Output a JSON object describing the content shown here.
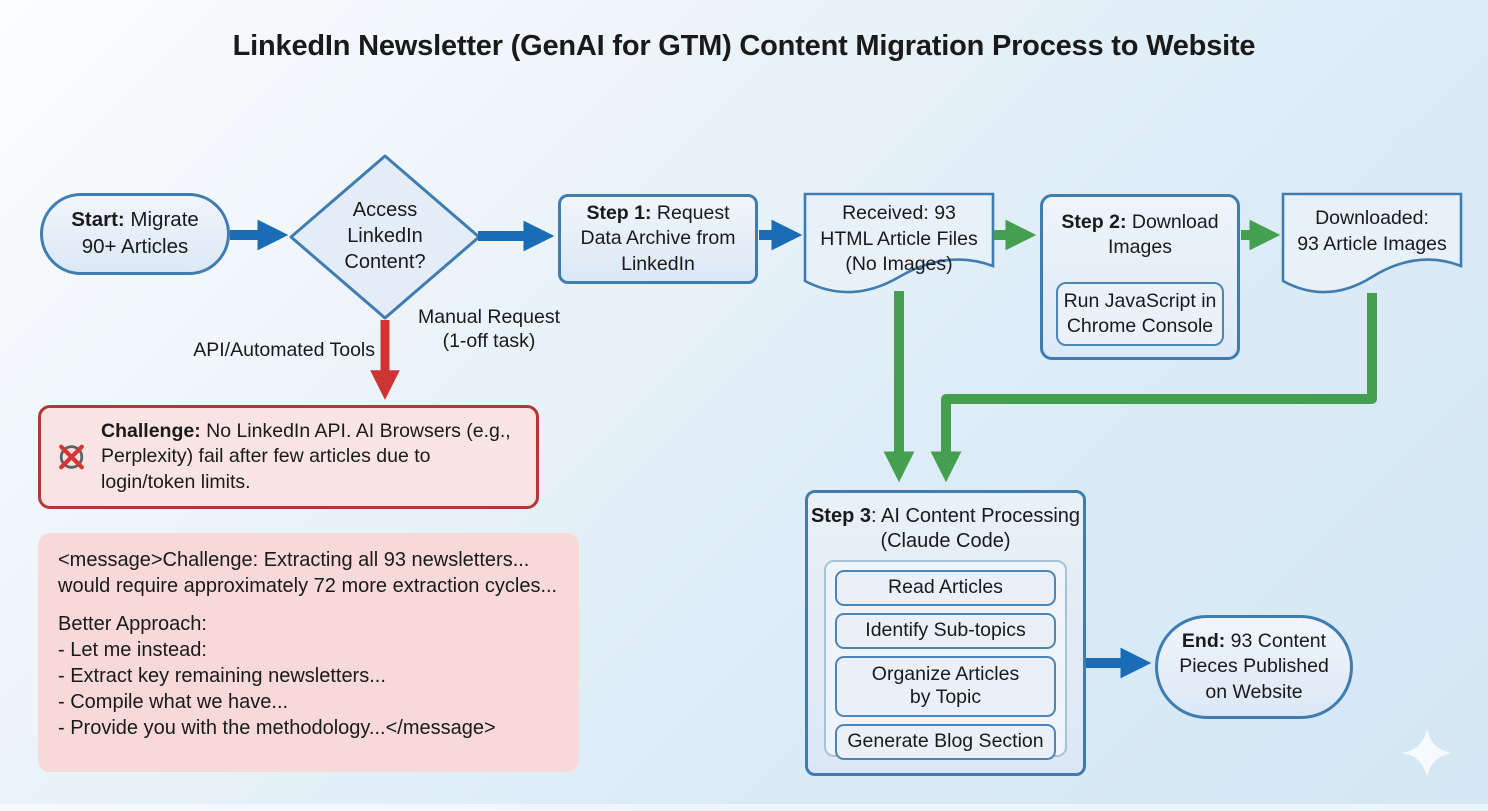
{
  "title": "LinkedIn Newsletter (GenAI for GTM) Content Migration Process to Website",
  "nodes": {
    "start": {
      "prefix": "Start:",
      "text": " Migrate 90+ Articles"
    },
    "decision": {
      "text": "Access LinkedIn Content?"
    },
    "step1": {
      "prefix": "Step 1:",
      "text": " Request Data Archive from LinkedIn"
    },
    "received": {
      "lines": [
        "Received: 93",
        "HTML Article Files",
        "(No Images)"
      ]
    },
    "step2": {
      "prefix": "Step 2:",
      "text": " Download Images",
      "subprocess": "Run JavaScript in Chrome Console"
    },
    "downloaded": {
      "lines": [
        "Downloaded:",
        "93 Article Images"
      ]
    },
    "step3": {
      "prefix": "Step 3",
      "text": ": AI Content Processing (Claude Code)",
      "items": [
        "Read Articles",
        "Identify Sub-topics",
        "Organize Articles by Topic",
        "Generate Blog Section"
      ]
    },
    "end": {
      "prefix": "End:",
      "text": " 93 Content Pieces Published on Website"
    }
  },
  "edge_labels": {
    "api": "API/Automated Tools",
    "manual_line1": "Manual Request",
    "manual_line2": "(1-off task)"
  },
  "challenge": {
    "prefix": "Challenge:",
    "text": " No LinkedIn API. AI Browsers (e.g., Perplexity) fail after few articles due to login/token limits."
  },
  "message": {
    "para1": "<message>Challenge: Extracting all 93 newsletters... would require approximately 72 more extraction cycles...",
    "lines": [
      "Better Approach:",
      "- Let me instead:",
      "- Extract key remaining newsletters...",
      "- Compile what we have...",
      "- Provide you with the methodology...</message>"
    ]
  },
  "icons": {
    "challenge": "crossed-circle-icon",
    "sparkle": "sparkle-icon"
  },
  "colors": {
    "background_top": "#fcfdfe",
    "background_bottom": "#d3e7f4",
    "node_border": "#3f7cb0",
    "node_fill": "#e8f0f8",
    "arrow_blue": "#1a6cb7",
    "arrow_green": "#44a04f",
    "arrow_red": "#ce3434",
    "challenge_border": "#b43737",
    "challenge_fill": "#f9e4e4",
    "message_fill": "#f7d9da"
  }
}
